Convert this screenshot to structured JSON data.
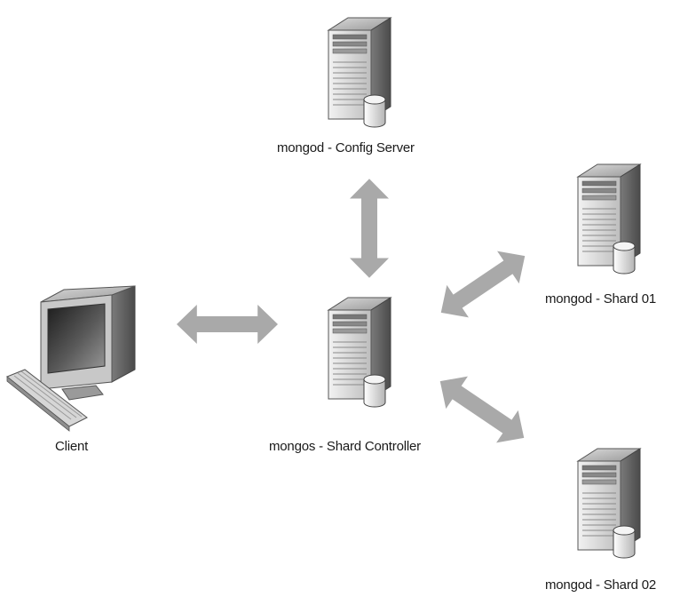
{
  "nodes": {
    "config_server": {
      "label": "mongod - Config Server",
      "icon": "server-icon"
    },
    "shard_controller": {
      "label": "mongos - Shard Controller",
      "icon": "server-icon"
    },
    "shard_01": {
      "label": "mongod - Shard 01",
      "icon": "server-icon"
    },
    "shard_02": {
      "label": "mongod - Shard 02",
      "icon": "server-icon"
    },
    "client": {
      "label": "Client",
      "icon": "desktop-computer-icon"
    }
  },
  "connections": [
    {
      "from": "config_server",
      "to": "shard_controller",
      "type": "bidirectional"
    },
    {
      "from": "client",
      "to": "shard_controller",
      "type": "bidirectional"
    },
    {
      "from": "shard_controller",
      "to": "shard_01",
      "type": "bidirectional"
    },
    {
      "from": "shard_controller",
      "to": "shard_02",
      "type": "bidirectional"
    }
  ],
  "colors": {
    "arrow": "#a9a9a9",
    "server_body": "#d4d4d4",
    "server_side": "#8a8a8a",
    "screen": "#4a4a4a"
  }
}
